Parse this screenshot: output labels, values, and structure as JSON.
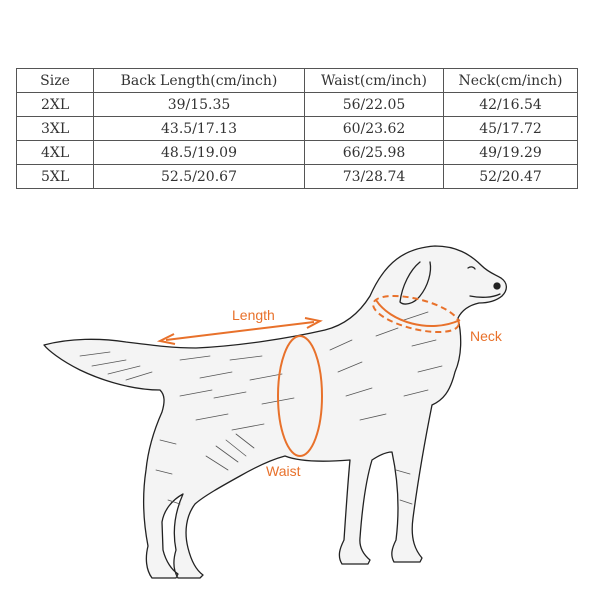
{
  "table": {
    "headers": [
      "Size",
      "Back Length(cm/inch)",
      "Waist(cm/inch)",
      "Neck(cm/inch)"
    ],
    "rows": [
      {
        "size": "2XL",
        "back_length": "39/15.35",
        "waist": "56/22.05",
        "neck": "42/16.54"
      },
      {
        "size": "3XL",
        "back_length": "43.5/17.13",
        "waist": "60/23.62",
        "neck": "45/17.72"
      },
      {
        "size": "4XL",
        "back_length": "48.5/19.09",
        "waist": "66/25.98",
        "neck": "49/19.29"
      },
      {
        "size": "5XL",
        "back_length": "52.5/20.67",
        "waist": "73/28.74",
        "neck": "52/20.47"
      }
    ]
  },
  "figure": {
    "labels": {
      "length": "Length",
      "waist": "Waist",
      "neck": "Neck"
    },
    "accent_color": "#e8712b"
  }
}
